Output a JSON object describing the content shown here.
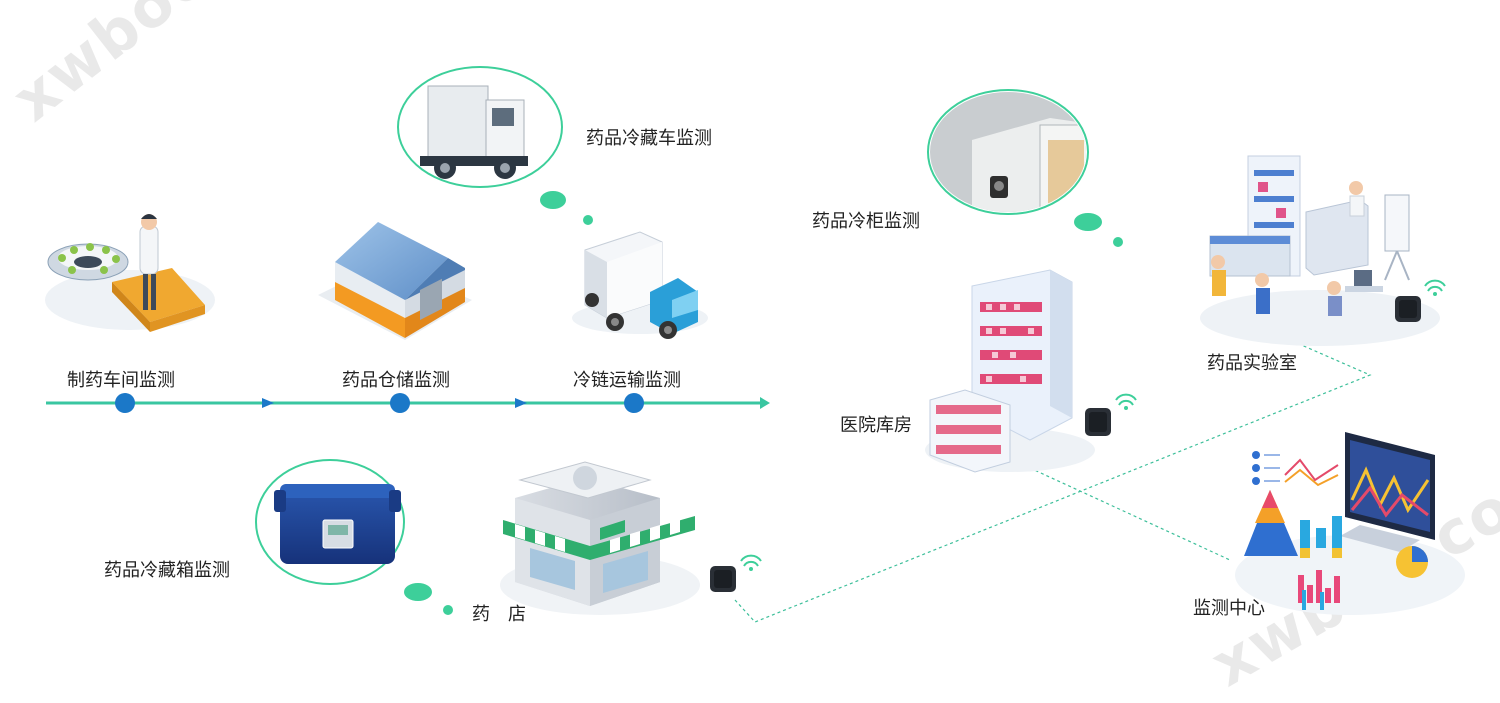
{
  "watermarks": [
    "xwboo.com",
    "xwboo.com"
  ],
  "flow_steps": [
    {
      "label": "制药车间监测"
    },
    {
      "label": "药品仓储监测"
    },
    {
      "label": "冷链运输监测"
    }
  ],
  "labels": {
    "truck_monitor": "药品冷藏车监测",
    "cabinet_monitor": "药品冷柜监测",
    "hospital_store": "医院库房",
    "lab": "药品实验室",
    "box_monitor": "药品冷藏箱监测",
    "pharmacy": "药　店",
    "center": "监测中心"
  },
  "colors": {
    "flow_line": "#39c6a1",
    "flow_dot": "#1b78c8",
    "bubble": "#3dcf9a",
    "dotted": "#3dbf9a"
  }
}
